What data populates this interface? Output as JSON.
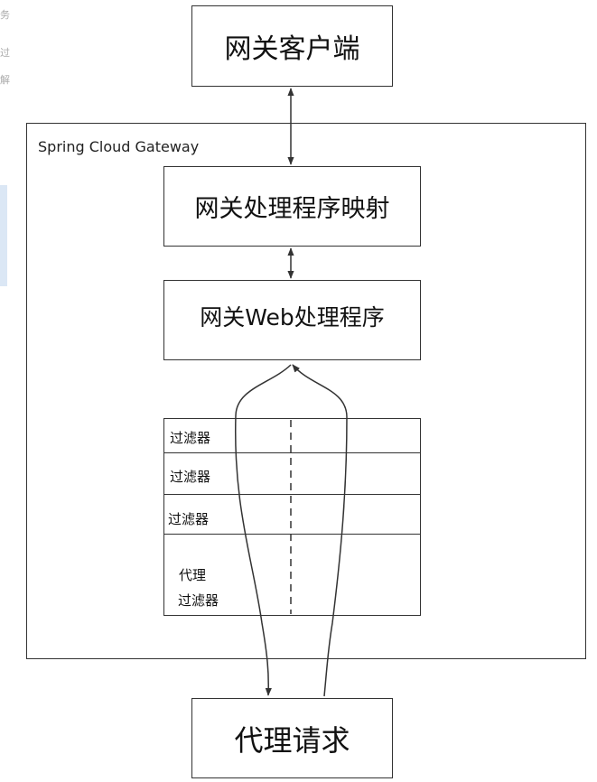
{
  "side_fragments": [
    "务",
    "过",
    "解"
  ],
  "client_box": {
    "label": "网关客户端"
  },
  "gateway_frame": {
    "label": "Spring Cloud Gateway"
  },
  "handler_mapping": {
    "label": "网关处理程序映射"
  },
  "web_handler": {
    "label": "网关Web处理程序"
  },
  "filters": [
    {
      "label": "过滤器"
    },
    {
      "label": "过滤器"
    },
    {
      "label": "过滤器"
    },
    {
      "label_line1": "代理",
      "label_line2": "过滤器"
    }
  ],
  "proxied_request": {
    "label": "代理请求"
  },
  "colors": {
    "line": "#333333",
    "left_strip": "#dbe7f5"
  }
}
